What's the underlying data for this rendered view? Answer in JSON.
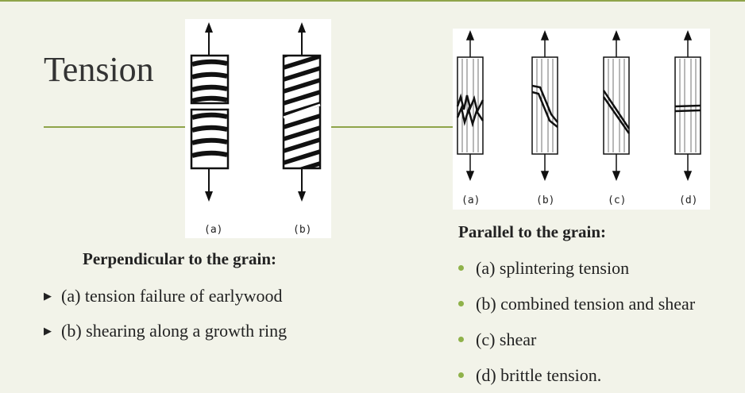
{
  "slide": {
    "title": "Tension"
  },
  "figure_left": {
    "captions": [
      "(a)",
      "(b)"
    ]
  },
  "figure_right": {
    "captions": [
      "(a)",
      "(b)",
      "(c)",
      "(d)"
    ]
  },
  "perpendicular": {
    "heading": "Perpendicular to the grain:",
    "items": [
      "(a) tension failure of earlywood",
      "(b) shearing along a growth ring"
    ]
  },
  "parallel": {
    "heading": "Parallel to the grain:",
    "items": [
      "(a) splintering tension",
      "(b) combined tension and shear",
      "(c) shear",
      "(d) brittle tension."
    ]
  },
  "colors": {
    "accent": "#8fa44a",
    "bullet": "#8fb24a",
    "background": "#f2f3e9"
  }
}
